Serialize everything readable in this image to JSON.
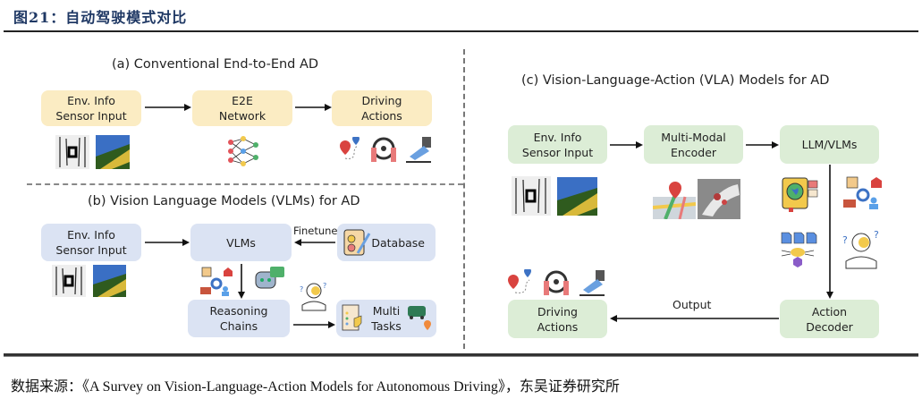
{
  "header": {
    "figure_title": "图21：自动驾驶模式对比"
  },
  "panel_a": {
    "title": "(a) Conventional End-to-End AD",
    "boxes": [
      {
        "line1": "Env. Info",
        "line2": "Sensor Input"
      },
      {
        "line1": "E2E",
        "line2": "Network"
      },
      {
        "line1": "Driving",
        "line2": "Actions"
      }
    ]
  },
  "panel_b": {
    "title": "(b) Vision Language Models (VLMs) for AD",
    "boxes": {
      "input": {
        "line1": "Env. Info",
        "line2": "Sensor Input"
      },
      "vlms": "VLMs",
      "database": "Database",
      "reasoning": {
        "line1": "Reasoning",
        "line2": "Chains"
      },
      "multi": {
        "line1": "Multi",
        "line2": "Tasks"
      }
    },
    "finetune_label": "Finetune"
  },
  "panel_c": {
    "title": "(c) Vision-Language-Action (VLA) Models for AD",
    "boxes": {
      "input": {
        "line1": "Env. Info",
        "line2": "Sensor Input"
      },
      "encoder": {
        "line1": "Multi-Modal",
        "line2": "Encoder"
      },
      "llm": "LLM/VLMs",
      "decoder": {
        "line1": "Action",
        "line2": "Decoder"
      },
      "driving": {
        "line1": "Driving",
        "line2": "Actions"
      }
    },
    "output_label": "Output"
  },
  "footer": {
    "source": "数据来源：《A Survey on Vision-Language-Action Models for Autonomous Driving》，东吴证券研究所"
  }
}
